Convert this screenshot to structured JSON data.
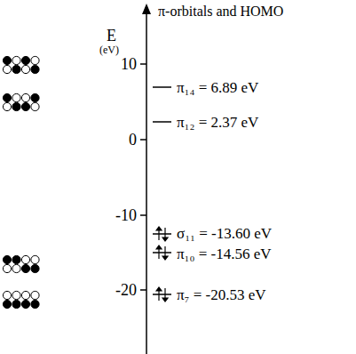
{
  "diagram": {
    "labels": [
      "π-orbitals and HOMO",
      "E",
      "(eV)",
      "10",
      "0",
      "-10",
      "-20",
      "π₁₄ = 6.89 eV",
      "π₁₂ = 2.37 eV",
      "σ₁₁ = -13.60 eV",
      "π₁₀ = -14.56 eV",
      "π₇ = -20.53 eV"
    ]
  }
}
